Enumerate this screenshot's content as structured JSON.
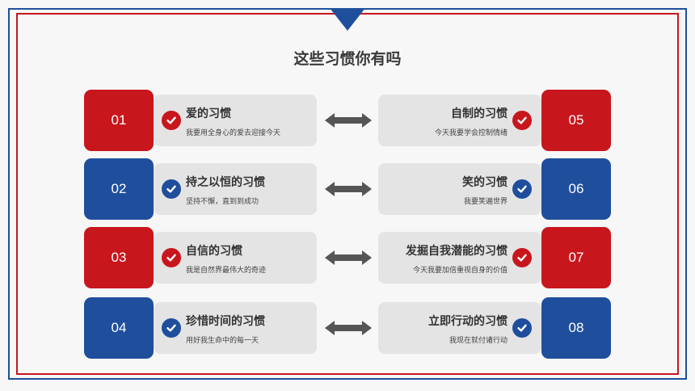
{
  "title": "这些习惯你有吗",
  "colors": {
    "red": "#c8161d",
    "blue": "#1f4f9c",
    "card": "#e4e4e4"
  },
  "rows": [
    {
      "left": {
        "number": "01",
        "heading": "爱的习惯",
        "sub": "我要用全身心的爱去迎接今天",
        "color": "red"
      },
      "right": {
        "number": "05",
        "heading": "自制的习惯",
        "sub": "今天我要学会控制情绪",
        "color": "red"
      }
    },
    {
      "left": {
        "number": "02",
        "heading": "持之以恒的习惯",
        "sub": "坚持不懈，直到到成功",
        "color": "blue"
      },
      "right": {
        "number": "06",
        "heading": "笑的习惯",
        "sub": "我要笑遍世界",
        "color": "blue"
      }
    },
    {
      "left": {
        "number": "03",
        "heading": "自信的习惯",
        "sub": "我是自然界最伟大的奇迹",
        "color": "red"
      },
      "right": {
        "number": "07",
        "heading": "发掘自我潜能的习惯",
        "sub": "今天我要加倍重视自身的价值",
        "color": "red"
      }
    },
    {
      "left": {
        "number": "04",
        "heading": "珍惜时间的习惯",
        "sub": "用好我生命中的每一天",
        "color": "blue"
      },
      "right": {
        "number": "08",
        "heading": "立即行动的习惯",
        "sub": "我现在就付诸行动",
        "color": "blue"
      }
    }
  ]
}
